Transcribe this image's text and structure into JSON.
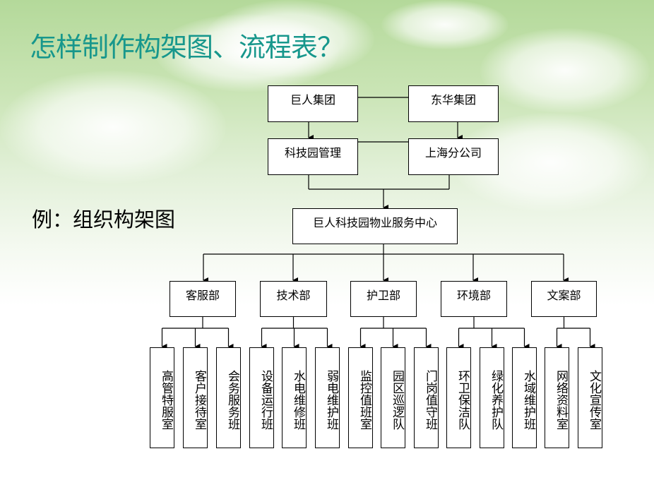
{
  "slide": {
    "title": "怎样制作构架图、流程表？",
    "example_label": "例：组织构架图"
  },
  "org_chart": {
    "top": [
      "巨人集团",
      "东华集团"
    ],
    "second": [
      "科技园管理",
      "上海分公司"
    ],
    "center": "巨人科技园物业服务中心",
    "departments": [
      {
        "name": "客服部",
        "units": [
          "高管特服室",
          "客户接待室",
          "会务服务班"
        ]
      },
      {
        "name": "技术部",
        "units": [
          "设备运行班",
          "水电维修班",
          "弱电维护班"
        ]
      },
      {
        "name": "护卫部",
        "units": [
          "监控值班室",
          "园区巡逻队",
          "门岗值守班"
        ]
      },
      {
        "name": "环境部",
        "units": [
          "环卫保洁队",
          "绿化养护队",
          "水域维护班"
        ]
      },
      {
        "name": "文案部",
        "units": [
          "网络资料室",
          "文化宣传室"
        ]
      }
    ]
  },
  "colors": {
    "title": "#17978c",
    "line": "#000000"
  }
}
